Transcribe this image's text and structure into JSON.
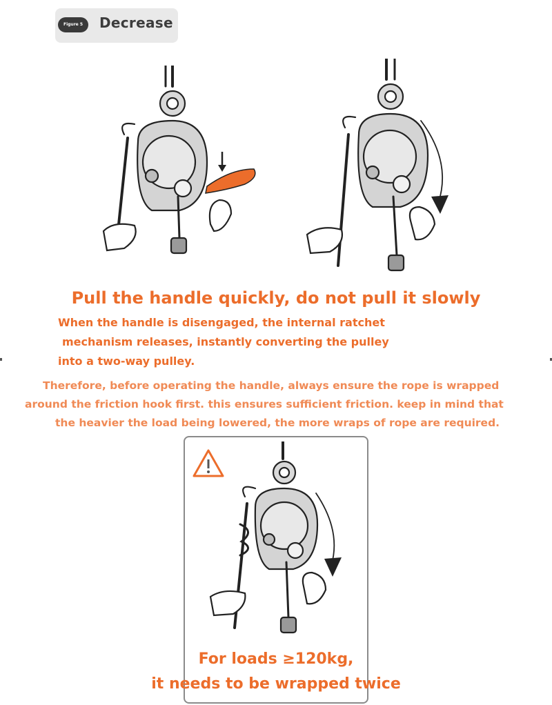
{
  "section_tag": {
    "badge": "Figure 5",
    "title": "Decrease"
  },
  "illustrations": [
    {
      "id": "handle-pull",
      "arrow": "down-arrow-icon"
    },
    {
      "id": "rope-release",
      "arrow": "curved-arrow-icon"
    },
    {
      "id": "wrapped-rope",
      "arrow": "curved-arrow-icon"
    }
  ],
  "heading": "Pull the handle quickly, do not pull it slowly",
  "description": {
    "line1": "When the handle is disengaged, the internal ratchet",
    "line2": "mechanism releases, instantly converting the pulley",
    "line3": "into a two-way pulley."
  },
  "warning_text": {
    "line1": "Therefore, before operating the handle, always ensure the rope is wrapped",
    "line2": "around the friction hook first. this ensures sufficient friction. keep in mind that",
    "line3": "the heavier the load being lowered, the more wraps of rope are required."
  },
  "warning_box": {
    "icon": "warning-triangle-icon",
    "note_line1": "For loads ≥120kg,",
    "note_line2": "it needs to be wrapped twice"
  },
  "colors": {
    "accent": "#ec6d2b",
    "accent_light": "#f08a55",
    "frame": "#8a8a8a"
  }
}
